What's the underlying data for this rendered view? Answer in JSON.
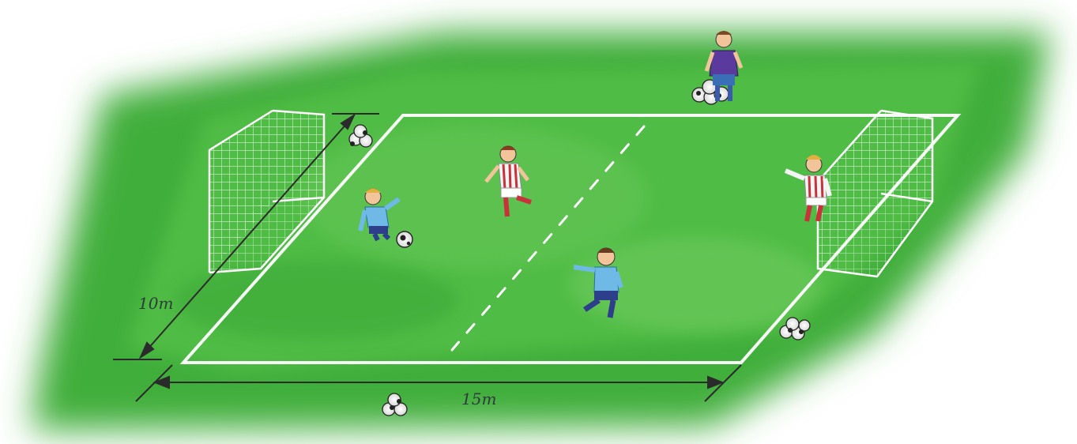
{
  "diagram": {
    "width_label": "10m",
    "length_label": "15m"
  },
  "colors": {
    "grass": "#3fae3a",
    "grass_light": "#7fd16a",
    "lines": "#ffffff",
    "net": "#ffffff",
    "dimension_ink": "#2b2b2b",
    "team_a_shirt": "#e8e8e8",
    "team_a_stripe": "#c8323a",
    "team_b_shirt": "#6fb9e6",
    "team_c_shirt": "#5b3a9e"
  },
  "players": [
    {
      "role": "coach",
      "team": "c",
      "with_balls": true
    },
    {
      "role": "field-player",
      "team": "a"
    },
    {
      "role": "keeper",
      "team": "b"
    },
    {
      "role": "field-player",
      "team": "b"
    },
    {
      "role": "keeper",
      "team": "a"
    }
  ],
  "ball_piles_count": 4
}
